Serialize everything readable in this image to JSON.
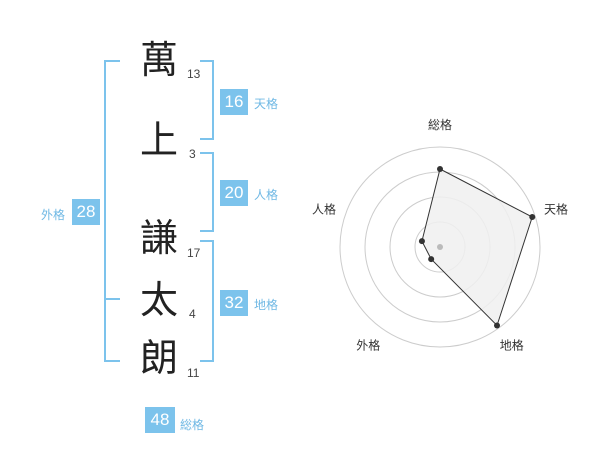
{
  "name_chars": [
    {
      "char": "萬",
      "strokes": "13"
    },
    {
      "char": "上",
      "strokes": "3"
    },
    {
      "char": "謙",
      "strokes": "17"
    },
    {
      "char": "太",
      "strokes": "4"
    },
    {
      "char": "朗",
      "strokes": "11"
    }
  ],
  "fortunes": {
    "tenkaku": {
      "value": "16",
      "label": "天格"
    },
    "jinkaku": {
      "value": "20",
      "label": "人格"
    },
    "chikaku": {
      "value": "32",
      "label": "地格"
    },
    "gaikaku": {
      "value": "28",
      "label": "外格"
    },
    "soukaku": {
      "value": "48",
      "label": "総格"
    }
  },
  "chart_data": {
    "type": "radar",
    "axes": [
      "総格",
      "天格",
      "地格",
      "外格",
      "人格"
    ],
    "values": [
      0.78,
      0.97,
      0.97,
      0.15,
      0.19
    ],
    "range": [
      0,
      1
    ],
    "rings": 4,
    "colors": {
      "fill": "#f0f0f0",
      "line": "#333333",
      "ring": "#cccccc",
      "point": "#333333",
      "center": "#bbbbbb"
    }
  },
  "colors": {
    "accent": "#7cc3ec"
  }
}
